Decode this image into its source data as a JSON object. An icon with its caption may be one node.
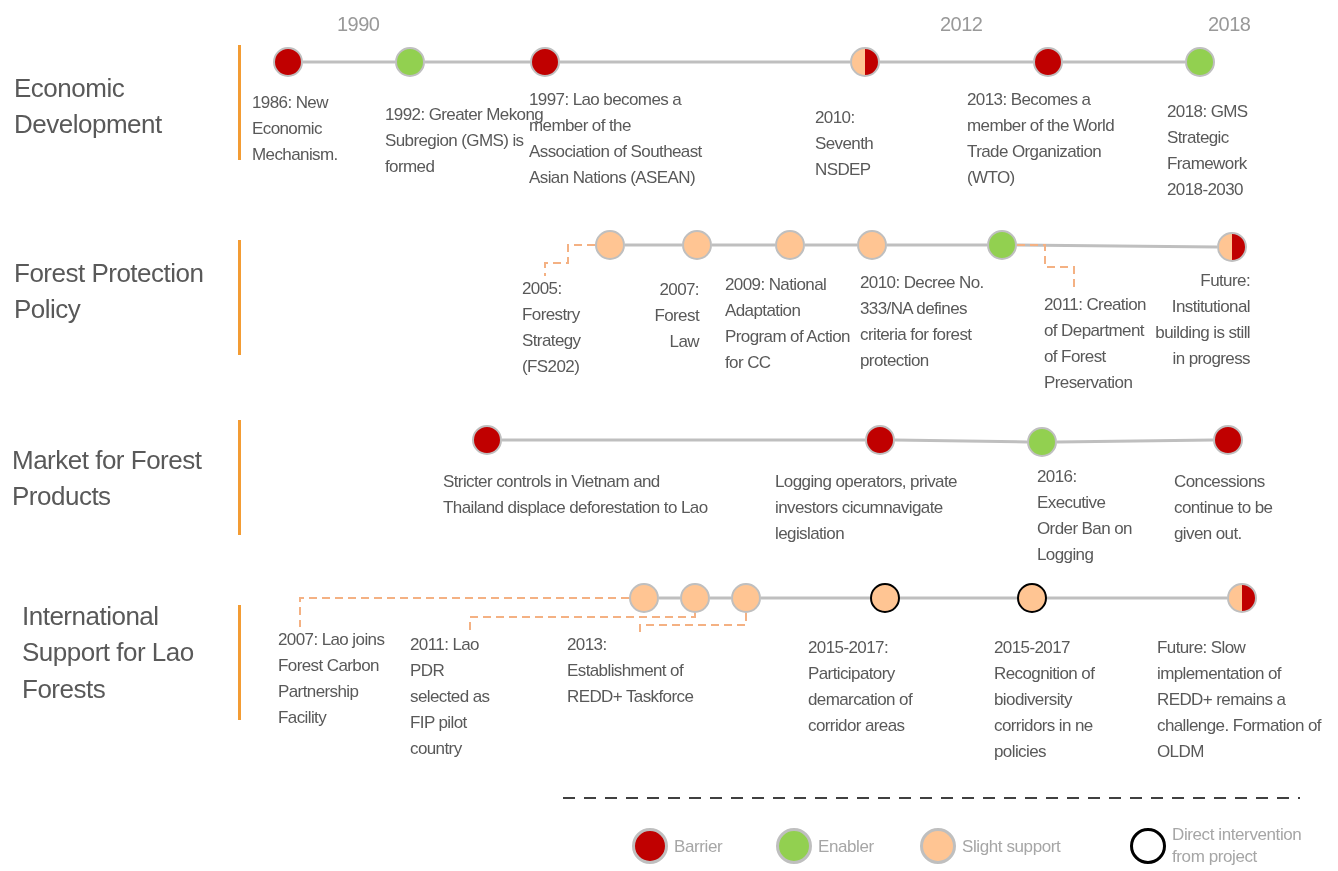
{
  "diagram": {
    "nodes": [
      {
        "text": [],
        "shape": "circle",
        "beside": [
          "1986: New Economic Mechanism."
        ]
      },
      {
        "text": [],
        "shape": "circle",
        "beside": [
          "1992: Greater Mekong Subregion (GMS) is formed"
        ]
      },
      {
        "text": [],
        "shape": "circle",
        "beside": [
          "1997: Lao becomes a member of the Association of Southeast Asian Nations (ASEAN)"
        ]
      },
      {
        "text": [],
        "shape": "circle",
        "beside": [
          "2010: Seventh NSDEP"
        ]
      },
      {
        "text": [],
        "shape": "circle",
        "beside": [
          "2013: Becomes a member of the World Trade Organization (WTO)"
        ]
      },
      {
        "text": [],
        "shape": "circle",
        "beside": [
          "2018: GMS Strategic Framework 2018-2030"
        ]
      },
      {
        "text": [],
        "shape": "circle"
      },
      {
        "text": [],
        "shape": "circle",
        "beside": [
          "2007: Forest Law"
        ]
      },
      {
        "text": [],
        "shape": "circle",
        "beside": [
          "2009: National Adaptation Program of Action for CC"
        ]
      },
      {
        "text": [],
        "shape": "circle",
        "beside": [
          "2010: Decree No. 333/NA defines criteria for forest protection"
        ]
      },
      {
        "text": [],
        "shape": "circle"
      },
      {
        "text": [],
        "shape": "circle",
        "beside": [
          "Future: Institutional building is still in progress"
        ]
      },
      {
        "text": [
          "2005: Forestry Strategy (FS202)"
        ]
      },
      {
        "text": [
          "2011: Creation of Department of Forest Preservation"
        ]
      },
      {
        "text": [],
        "shape": "circle",
        "beside": [
          "Stricter controls in Vietnam and Thailand displace deforestation to Lao"
        ]
      },
      {
        "text": [],
        "shape": "circle",
        "beside": [
          "Logging operators, private investors cicumnavigate legislation"
        ]
      },
      {
        "text": [],
        "shape": "circle",
        "beside": [
          "2016: Executive Order Ban on Logging"
        ]
      },
      {
        "text": [],
        "shape": "circle",
        "beside": [
          "Concessions continue to be given out."
        ]
      },
      {
        "text": [],
        "shape": "circle"
      },
      {
        "text": [],
        "shape": "circle"
      },
      {
        "text": [],
        "shape": "circle"
      },
      {
        "text": [],
        "shape": "circle",
        "beside": [
          "2015-2017: Participatory demarcation of corridor areas"
        ]
      },
      {
        "text": [],
        "shape": "circle",
        "beside": [
          "2015-2017 Recognition of biodiversity corridors in ne policies"
        ]
      },
      {
        "text": [],
        "shape": "circle",
        "beside": [
          "Future: Slow implementation of REDD+ remains a challenge. Formation of OLDM"
        ]
      },
      {
        "text": [
          "2007: Lao joins Forest Carbon Partnership Facility"
        ]
      },
      {
        "text": [
          "2011: Lao PDR selected as FIP pilot country"
        ]
      },
      {
        "text": [
          "2013: Establishment of REDD+ Taskforce"
        ]
      }
    ],
    "edges": [
      {
        "from": 0,
        "to": 1,
        "arrow": "none"
      },
      {
        "from": 1,
        "to": 2,
        "arrow": "none"
      },
      {
        "from": 2,
        "to": 3,
        "arrow": "none"
      },
      {
        "from": 3,
        "to": 4,
        "arrow": "none"
      },
      {
        "from": 4,
        "to": 5,
        "arrow": "none"
      },
      {
        "from": 6,
        "to": 7,
        "arrow": "none"
      },
      {
        "from": 7,
        "to": 8,
        "arrow": "none"
      },
      {
        "from": 8,
        "to": 9,
        "arrow": "none"
      },
      {
        "from": 9,
        "to": 10,
        "arrow": "none"
      },
      {
        "from": 10,
        "to": 11,
        "arrow": "none"
      },
      {
        "from": 6,
        "to": 12,
        "arrow": "none",
        "style": "dashed",
        "color": "#f4b183"
      },
      {
        "from": 10,
        "to": 13,
        "arrow": "none",
        "style": "dashed",
        "color": "#f4b183"
      },
      {
        "from": 14,
        "to": 15,
        "arrow": "none"
      },
      {
        "from": 15,
        "to": 16,
        "arrow": "none"
      },
      {
        "from": 16,
        "to": 17,
        "arrow": "none"
      },
      {
        "from": 18,
        "to": 19,
        "arrow": "none"
      },
      {
        "from": 19,
        "to": 20,
        "arrow": "none"
      },
      {
        "from": 20,
        "to": 21,
        "arrow": "none"
      },
      {
        "from": 21,
        "to": 22,
        "arrow": "none"
      },
      {
        "from": 22,
        "to": 23,
        "arrow": "none"
      },
      {
        "from": 18,
        "to": 24,
        "arrow": "none",
        "style": "dashed",
        "color": "#f4b183"
      },
      {
        "from": 19,
        "to": 25,
        "arrow": "none",
        "style": "dashed",
        "color": "#f4b183"
      },
      {
        "from": 20,
        "to": 26,
        "arrow": "none",
        "style": "dashed",
        "color": "#f4b183"
      }
    ],
    "labels": [
      "1990",
      "2012",
      "2018",
      "Economic Development",
      "Forest Protection Policy",
      "Market for Forest Products",
      "International Support for Lao Forests"
    ],
    "legend": [
      {
        "text": "Barrier",
        "color": "#c00000"
      },
      {
        "text": "Enabler",
        "color": "#92d050"
      },
      {
        "text": "Slight support",
        "color": "#ffc593"
      },
      {
        "text": "Direct intervention from project"
      }
    ]
  }
}
